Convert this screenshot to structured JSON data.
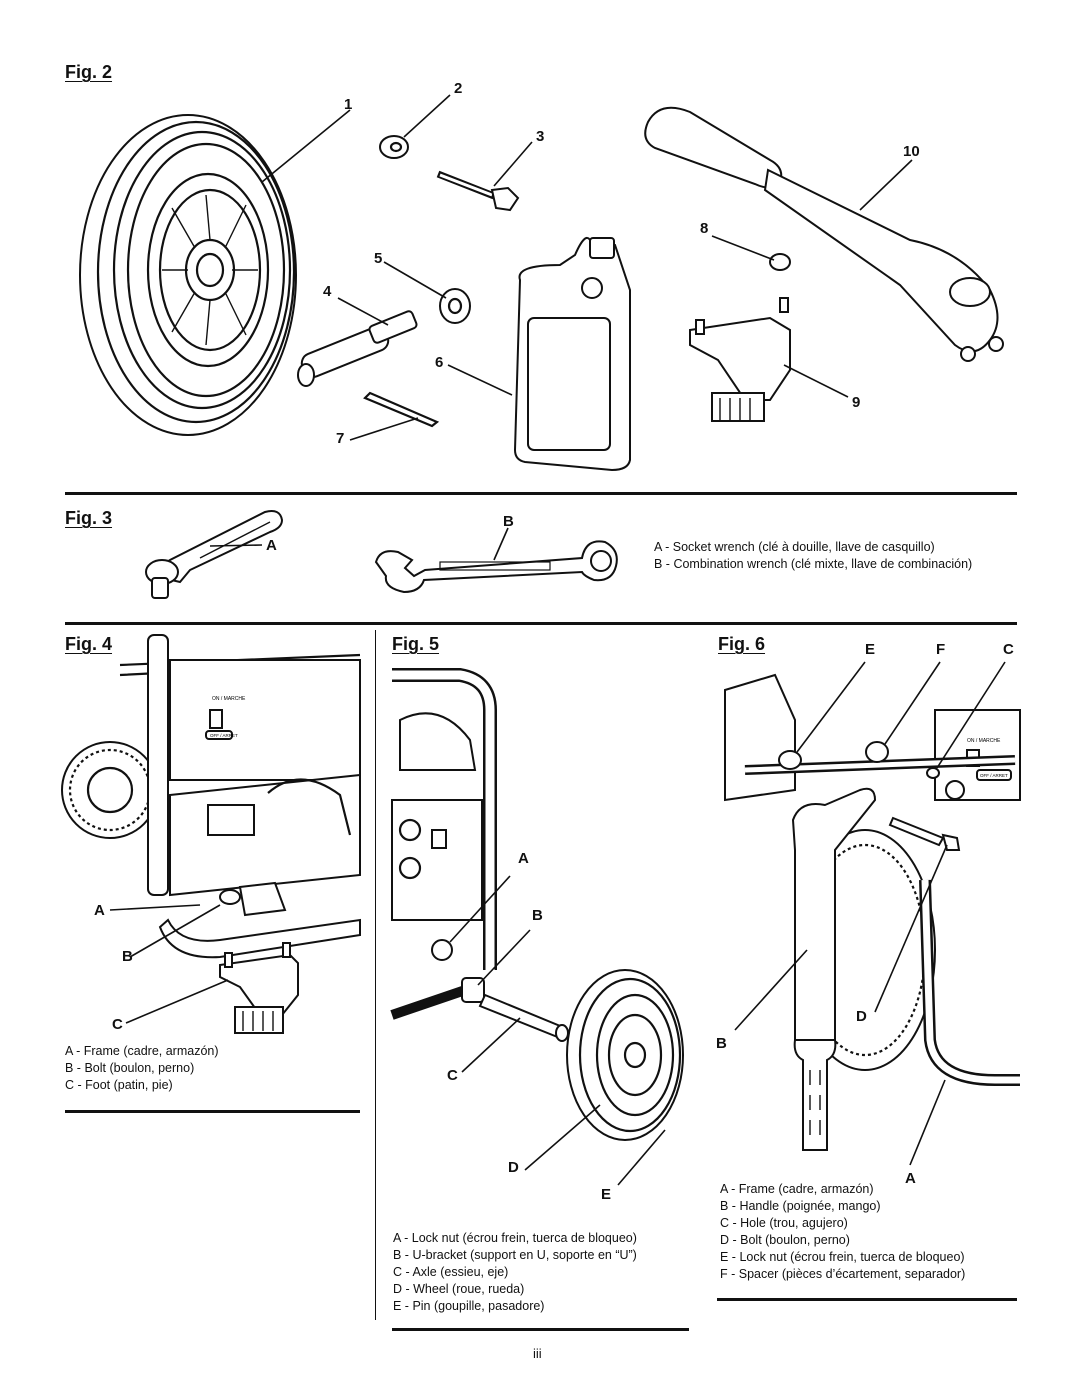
{
  "fig2": {
    "title": "Fig. 2",
    "callouts": [
      "1",
      "2",
      "3",
      "4",
      "5",
      "6",
      "7",
      "8",
      "9",
      "10"
    ]
  },
  "fig3": {
    "title": "Fig. 3",
    "callouts": [
      "A",
      "B"
    ],
    "legend": [
      "A - Socket wrench (clé à douille, llave de casquillo)",
      "B - Combination wrench (clé mixte, llave de combinación)"
    ]
  },
  "fig4": {
    "title": "Fig. 4",
    "callouts": [
      "A",
      "B",
      "C"
    ],
    "panel_text": [
      "ON / MARCHE",
      "OFF / ARRET"
    ],
    "legend": [
      "A - Frame (cadre, armazón)",
      "B - Bolt (boulon, perno)",
      "C - Foot (patin, pie)"
    ]
  },
  "fig5": {
    "title": "Fig. 5",
    "callouts": [
      "A",
      "B",
      "C",
      "D",
      "E"
    ],
    "legend": [
      "A - Lock nut (écrou frein, tuerca de bloqueo)",
      "B - U-bracket (support en U, soporte en “U”)",
      "C - Axle (essieu, eje)",
      "D - Wheel (roue, rueda)",
      "E - Pin  (goupille, pasadore)"
    ]
  },
  "fig6": {
    "title": "Fig. 6",
    "callouts": [
      "E",
      "F",
      "C",
      "D",
      "B",
      "A"
    ],
    "panel_text": [
      "ON / MARCHE",
      "OFF / ARRET"
    ],
    "legend": [
      "A - Frame (cadre, armazón)",
      "B - Handle (poignée, mango)",
      "C - Hole (trou, agujero)",
      "D - Bolt (boulon, perno)",
      "E - Lock nut (écrou frein, tuerca de bloqueo)",
      "F - Spacer (pièces d’écartement, separador)"
    ]
  },
  "page_number": "iii"
}
